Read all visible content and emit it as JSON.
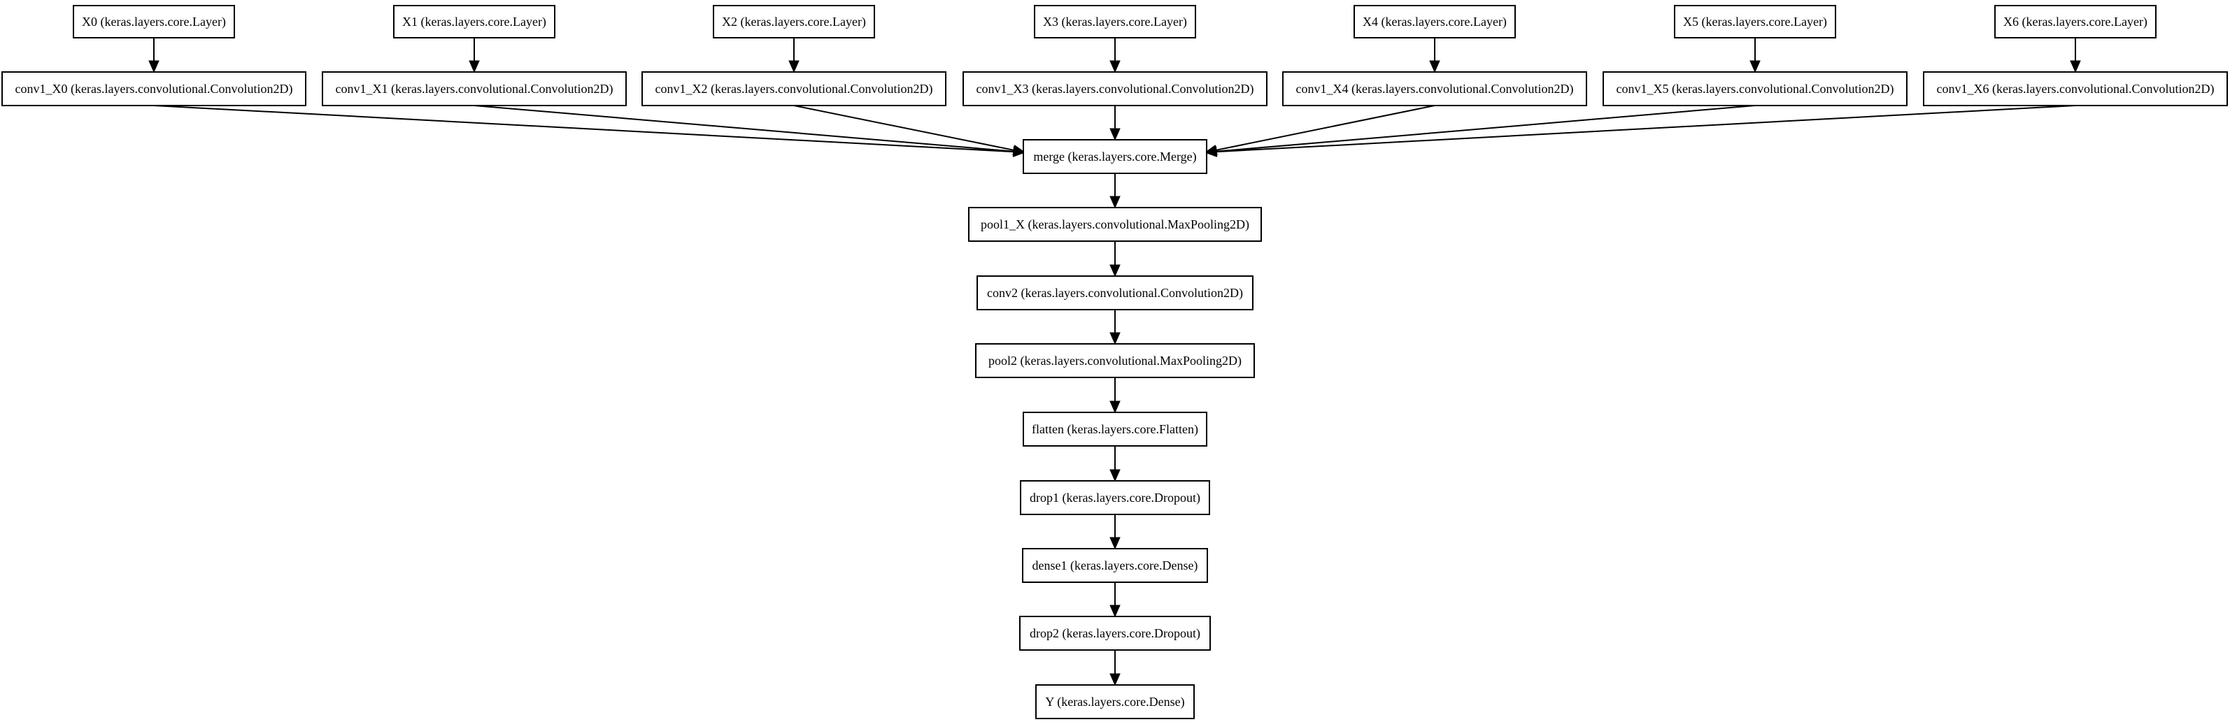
{
  "diagram": {
    "type": "keras-model-graph",
    "nodes": [
      {
        "id": "X0",
        "label": "X0 (keras.layers.core.Layer)"
      },
      {
        "id": "X1",
        "label": "X1 (keras.layers.core.Layer)"
      },
      {
        "id": "X2",
        "label": "X2 (keras.layers.core.Layer)"
      },
      {
        "id": "X3",
        "label": "X3 (keras.layers.core.Layer)"
      },
      {
        "id": "X4",
        "label": "X4 (keras.layers.core.Layer)"
      },
      {
        "id": "X5",
        "label": "X5 (keras.layers.core.Layer)"
      },
      {
        "id": "X6",
        "label": "X6 (keras.layers.core.Layer)"
      },
      {
        "id": "conv1_X0",
        "label": "conv1_X0 (keras.layers.convolutional.Convolution2D)"
      },
      {
        "id": "conv1_X1",
        "label": "conv1_X1 (keras.layers.convolutional.Convolution2D)"
      },
      {
        "id": "conv1_X2",
        "label": "conv1_X2 (keras.layers.convolutional.Convolution2D)"
      },
      {
        "id": "conv1_X3",
        "label": "conv1_X3 (keras.layers.convolutional.Convolution2D)"
      },
      {
        "id": "conv1_X4",
        "label": "conv1_X4 (keras.layers.convolutional.Convolution2D)"
      },
      {
        "id": "conv1_X5",
        "label": "conv1_X5 (keras.layers.convolutional.Convolution2D)"
      },
      {
        "id": "conv1_X6",
        "label": "conv1_X6 (keras.layers.convolutional.Convolution2D)"
      },
      {
        "id": "merge",
        "label": "merge (keras.layers.core.Merge)"
      },
      {
        "id": "pool1_X",
        "label": "pool1_X (keras.layers.convolutional.MaxPooling2D)"
      },
      {
        "id": "conv2",
        "label": "conv2 (keras.layers.convolutional.Convolution2D)"
      },
      {
        "id": "pool2",
        "label": "pool2 (keras.layers.convolutional.MaxPooling2D)"
      },
      {
        "id": "flatten",
        "label": "flatten (keras.layers.core.Flatten)"
      },
      {
        "id": "drop1",
        "label": "drop1 (keras.layers.core.Dropout)"
      },
      {
        "id": "dense1",
        "label": "dense1 (keras.layers.core.Dense)"
      },
      {
        "id": "drop2",
        "label": "drop2 (keras.layers.core.Dropout)"
      },
      {
        "id": "Y",
        "label": "Y (keras.layers.core.Dense)"
      }
    ],
    "edges": [
      [
        "X0",
        "conv1_X0"
      ],
      [
        "X1",
        "conv1_X1"
      ],
      [
        "X2",
        "conv1_X2"
      ],
      [
        "X3",
        "conv1_X3"
      ],
      [
        "X4",
        "conv1_X4"
      ],
      [
        "X5",
        "conv1_X5"
      ],
      [
        "X6",
        "conv1_X6"
      ],
      [
        "conv1_X0",
        "merge"
      ],
      [
        "conv1_X1",
        "merge"
      ],
      [
        "conv1_X2",
        "merge"
      ],
      [
        "conv1_X3",
        "merge"
      ],
      [
        "conv1_X4",
        "merge"
      ],
      [
        "conv1_X5",
        "merge"
      ],
      [
        "conv1_X6",
        "merge"
      ],
      [
        "merge",
        "pool1_X"
      ],
      [
        "pool1_X",
        "conv2"
      ],
      [
        "conv2",
        "pool2"
      ],
      [
        "pool2",
        "flatten"
      ],
      [
        "flatten",
        "drop1"
      ],
      [
        "drop1",
        "dense1"
      ],
      [
        "dense1",
        "drop2"
      ],
      [
        "drop2",
        "Y"
      ]
    ]
  }
}
